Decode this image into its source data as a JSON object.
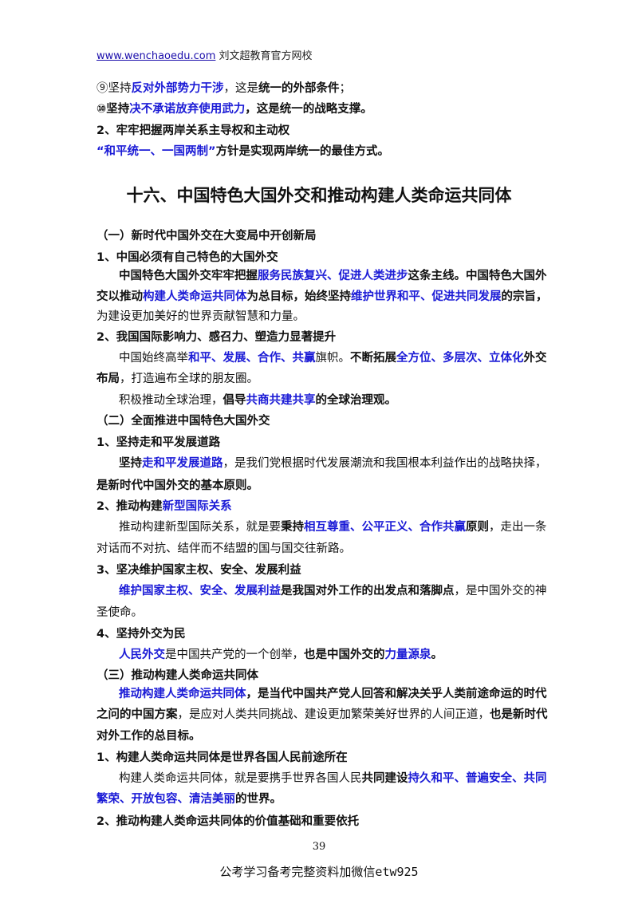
{
  "header": {
    "url": "www.wenchaoedu.com",
    "org": "刘文超教育官方网校"
  },
  "title": "十六、中国特色大国外交和推动构建人类命运共同体",
  "lines": [
    [
      {
        "t": "⑨坚持"
      },
      {
        "t": "反对外部势力干涉",
        "s": "bl"
      },
      {
        "t": "，这是"
      },
      {
        "t": "统一的外部条件",
        "s": "b"
      },
      {
        "t": "；"
      }
    ],
    [
      {
        "t": "⑩坚持",
        "s": "b"
      },
      {
        "t": "决不承诺放弃使用武力",
        "s": "bl"
      },
      {
        "t": "，这是统一的战略支撑。",
        "s": "b"
      }
    ],
    [
      {
        "t": "2、牢牢把握两岸关系主导权和主动权",
        "s": "b"
      }
    ],
    [
      {
        "t": "“和平统一、一国两制”",
        "s": "bl"
      },
      {
        "t": "方针是实现两岸统一的最佳方式。",
        "s": "b"
      }
    ],
    [
      {
        "t": "（一）新时代中国外交在大变局中开创新局",
        "s": "b"
      }
    ],
    [
      {
        "t": "1、中国必须有自己特色的大国外交",
        "s": "b"
      }
    ],
    [
      {
        "t": "中国特色大国外交牢牢把握",
        "s": "b"
      },
      {
        "t": "服务民族复兴、促进人类进步",
        "s": "bl"
      },
      {
        "t": "这条主线。中国特色大国外",
        "s": "b"
      }
    ],
    [
      {
        "t": "交以推动",
        "s": "b"
      },
      {
        "t": "构建人类命运共同体",
        "s": "bl"
      },
      {
        "t": "为总目标，始终坚持",
        "s": "b"
      },
      {
        "t": "维护世界和平、促进共同发展",
        "s": "bl"
      },
      {
        "t": "的宗旨，",
        "s": "b"
      }
    ],
    [
      {
        "t": "为建设更加美好的世界贡献智慧和力量。"
      }
    ],
    [
      {
        "t": "2、我国国际影响力、感召力、塑造力显著提升",
        "s": "b"
      }
    ],
    [
      {
        "t": "中国始终高举"
      },
      {
        "t": "和平、发展、合作、共赢",
        "s": "bl"
      },
      {
        "t": "旗帜。"
      },
      {
        "t": "不断拓展",
        "s": "b"
      },
      {
        "t": "全方位、多层次、立体化",
        "s": "bl"
      },
      {
        "t": "外交",
        "s": "b"
      }
    ],
    [
      {
        "t": "布局",
        "s": "b"
      },
      {
        "t": "，打造遍布全球的朋友圈。"
      }
    ],
    [
      {
        "t": "积极推动全球治理，"
      },
      {
        "t": "倡导",
        "s": "b"
      },
      {
        "t": "共商共建共享",
        "s": "bl"
      },
      {
        "t": "的全球治理观。",
        "s": "b"
      }
    ],
    [
      {
        "t": "（二）全面推进中国特色大国外交",
        "s": "b"
      }
    ],
    [
      {
        "t": "1、坚持走和平发展道路",
        "s": "b"
      }
    ],
    [
      {
        "t": "坚持",
        "s": "b"
      },
      {
        "t": "走和平发展道路",
        "s": "bl"
      },
      {
        "t": "，是我们党根据时代发展潮流和我国根本利益作出的战略抉择，"
      }
    ],
    [
      {
        "t": "是新时代中国外交的基本原则。",
        "s": "b"
      }
    ],
    [
      {
        "t": "2、推动构建",
        "s": "b"
      },
      {
        "t": "新型国际关系",
        "s": "bl"
      }
    ],
    [
      {
        "t": "推动构建新型国际关系，就是要"
      },
      {
        "t": "秉持",
        "s": "b"
      },
      {
        "t": "相互尊重、公平正义、合作共赢",
        "s": "bl"
      },
      {
        "t": "原则",
        "s": "b"
      },
      {
        "t": "，走出一条"
      }
    ],
    [
      {
        "t": "对话而不对抗、结伴而不结盟的国与国交往新路。"
      }
    ],
    [
      {
        "t": "3、坚决维护国家主权、安全、发展利益",
        "s": "b"
      }
    ],
    [
      {
        "t": "维护国家主权、安全、发展利益",
        "s": "bl"
      },
      {
        "t": "是我国对外工作的出发点和落脚点",
        "s": "b"
      },
      {
        "t": "，是中国外交的神"
      }
    ],
    [
      {
        "t": "圣使命。"
      }
    ],
    [
      {
        "t": "4、坚持外交为民",
        "s": "b"
      }
    ],
    [
      {
        "t": "人民外交",
        "s": "bl"
      },
      {
        "t": "是中国共产党的一个创举，"
      },
      {
        "t": "也是中国外交的",
        "s": "b"
      },
      {
        "t": "力量源泉",
        "s": "bl"
      },
      {
        "t": "。",
        "s": "b"
      }
    ],
    [
      {
        "t": "（三）推动构建人类命运共同体",
        "s": "b"
      }
    ],
    [
      {
        "t": "推动构建人类命运共同体",
        "s": "bl"
      },
      {
        "t": "，是当代中国共产党人回答和解决关乎人类前途命运的时代",
        "s": "b"
      }
    ],
    [
      {
        "t": "之问的中国方案",
        "s": "b"
      },
      {
        "t": "，是应对人类共同挑战、建设更加繁荣美好世界的人间正道，"
      },
      {
        "t": "也是新时代",
        "s": "b"
      }
    ],
    [
      {
        "t": "对外工作的总目标。",
        "s": "b"
      }
    ],
    [
      {
        "t": "1、构建人类命运共同体是世界各国人民前途所在",
        "s": "b"
      }
    ],
    [
      {
        "t": "构建人类命运共同体，就是要携手世界各国人民"
      },
      {
        "t": "共同建设",
        "s": "b"
      },
      {
        "t": "持久和平、普遍安全、共同",
        "s": "bl"
      }
    ],
    [
      {
        "t": "繁荣、开放包容、清洁美丽",
        "s": "bl"
      },
      {
        "t": "的世界。",
        "s": "b"
      }
    ],
    [
      {
        "t": "2、推动构建人类命运共同体的价值基础和重要依托",
        "s": "b"
      }
    ]
  ],
  "page_number": "39",
  "footer": "公考学习备考完整资料加微信etw925"
}
